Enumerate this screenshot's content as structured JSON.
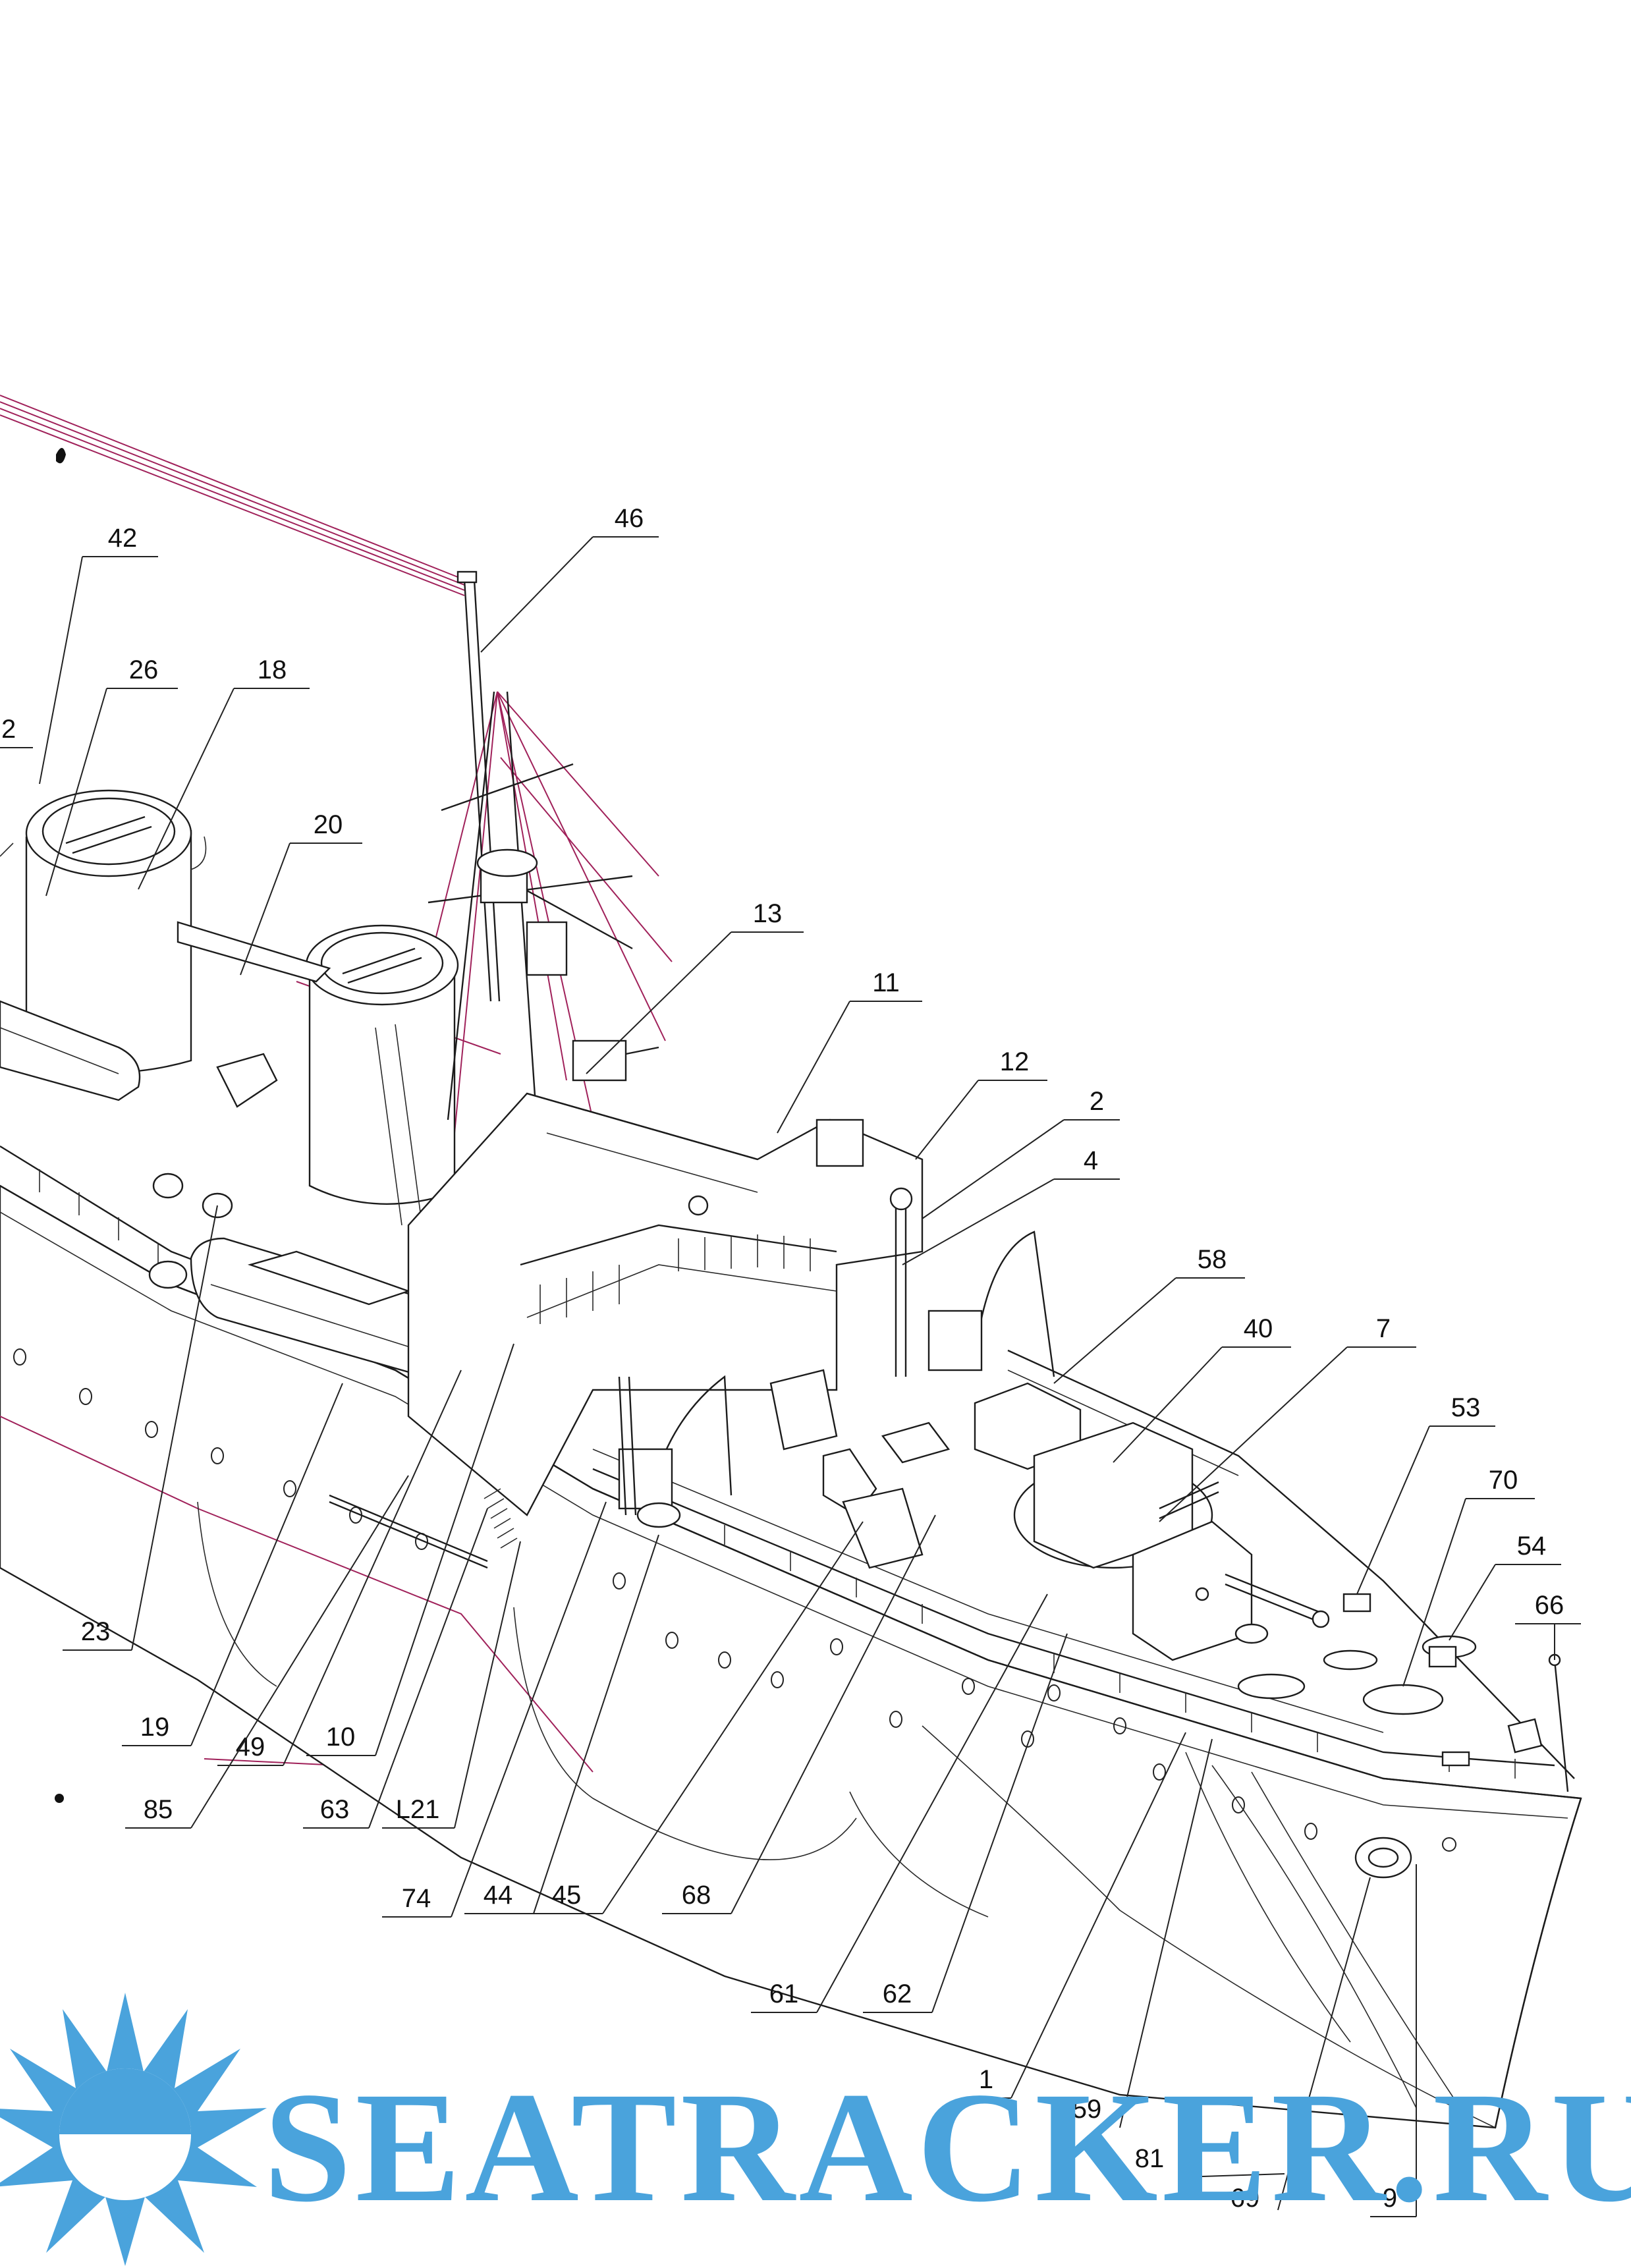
{
  "callouts": [
    "46",
    "42",
    "26",
    "18",
    "20",
    "13",
    "11",
    "12",
    "2",
    "4",
    "58",
    "40",
    "7",
    "53",
    "70",
    "54",
    "66",
    "23",
    "19",
    "49",
    "10",
    "85",
    "63",
    "L21",
    "74",
    "44",
    "45",
    "68",
    "61",
    "62",
    "1",
    "59",
    "81",
    "69",
    "9"
  ],
  "partial_callout": "2",
  "watermark": {
    "text": "SEATRACKER.RU",
    "icon": "sun-icon",
    "color": "#4aa3dc"
  },
  "colors": {
    "line": "#1c1c1c",
    "rigging": "#a0215a",
    "background": "#ffffff"
  }
}
